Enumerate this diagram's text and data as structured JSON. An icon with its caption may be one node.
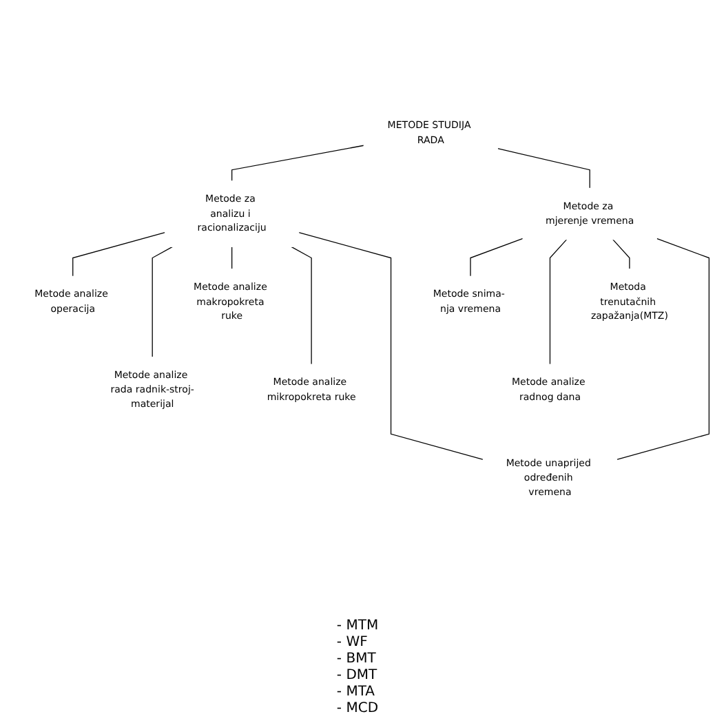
{
  "diagram": {
    "nodes": [
      {
        "text": [
          "METODE STUDIJA RADA"
        ]
      },
      {
        "text": [
          "Metode za analizu i racionalizaciju"
        ]
      },
      {
        "text": [
          "Metode za mjerenje vremena"
        ]
      },
      {
        "text": [
          "Metode analize operacija"
        ]
      },
      {
        "text": [
          "Metode analize rada radnik-stroj-materijal"
        ]
      },
      {
        "text": [
          "Metode analize makropokreta ruke"
        ]
      },
      {
        "text": [
          "Metode analize mikropokreta ruke"
        ]
      },
      {
        "text": [
          "Metode snima- nja vremena"
        ]
      },
      {
        "text": [
          "Metode analize radnog dana"
        ]
      },
      {
        "text": [
          "Metoda trenutačnih zapažanja(MTZ)"
        ]
      },
      {
        "text": [
          "Metode unaprijed određenih vremena"
        ]
      }
    ],
    "edges": [
      {
        "from": 0,
        "to": 1,
        "arrow": "none"
      },
      {
        "from": 0,
        "to": 2,
        "arrow": "none"
      },
      {
        "from": 1,
        "to": 3,
        "arrow": "none"
      },
      {
        "from": 1,
        "to": 4,
        "arrow": "none"
      },
      {
        "from": 1,
        "to": 5,
        "arrow": "none"
      },
      {
        "from": 1,
        "to": 6,
        "arrow": "none"
      },
      {
        "from": 2,
        "to": 7,
        "arrow": "none"
      },
      {
        "from": 2,
        "to": 8,
        "arrow": "none"
      },
      {
        "from": 2,
        "to": 9,
        "arrow": "none"
      },
      {
        "from": 1,
        "to": 10,
        "arrow": "none"
      },
      {
        "from": 2,
        "to": 10,
        "arrow": "none"
      }
    ],
    "labels": [
      "- MTM",
      "- WF",
      "- BMT",
      "- DMT",
      "- MTA",
      "- MCD"
    ]
  }
}
